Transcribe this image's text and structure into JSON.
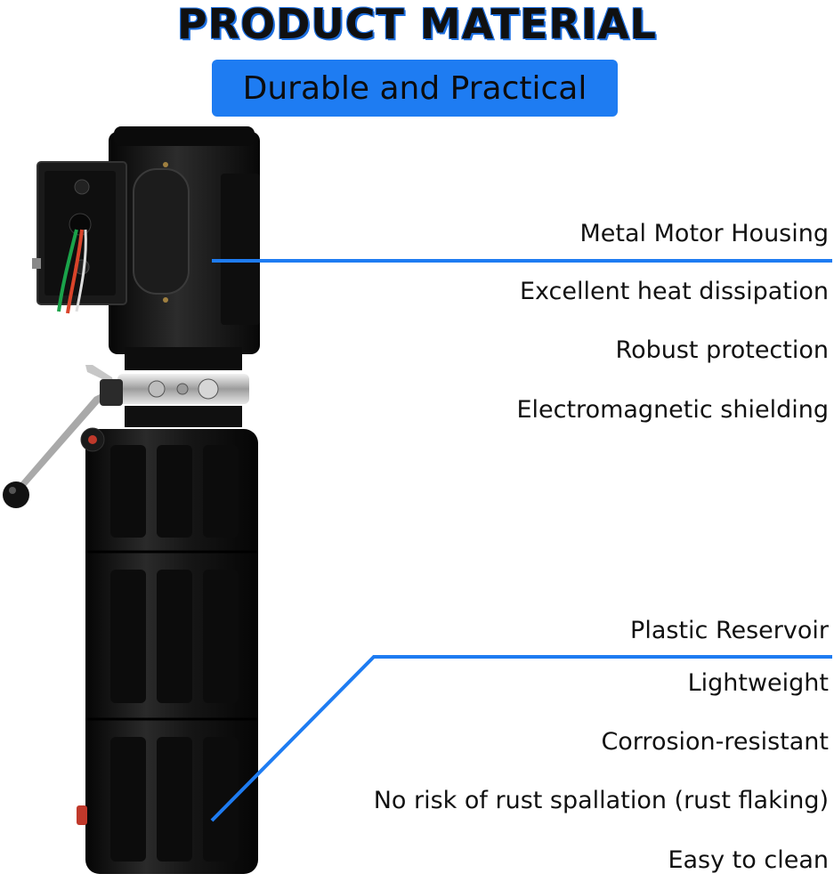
{
  "header": {
    "title": "PRODUCT MATERIAL",
    "subtitle": "Durable and Practical"
  },
  "motor_section": {
    "heading": "Metal Motor Housing",
    "features": [
      "Excellent heat dissipation",
      "Robust protection",
      "Electromagnetic shielding"
    ]
  },
  "reservoir_section": {
    "heading": "Plastic Reservoir",
    "features": [
      "Lightweight",
      "Corrosion-resistant",
      "No risk of rust spallation (rust flaking)",
      "Easy to clean"
    ]
  },
  "colors": {
    "accent": "#1e7cf2",
    "product_body": "#151515",
    "text": "#111111"
  }
}
